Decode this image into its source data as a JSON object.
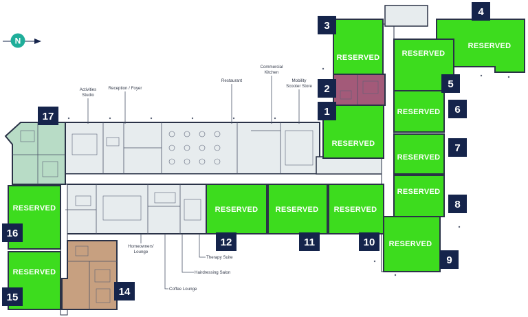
{
  "colors": {
    "reserved_green": "#3ddc1e",
    "badge_navy": "#15244b",
    "wall": "#2a3247",
    "apt2_fill": "#a35a79",
    "apt14_fill": "#c7a080",
    "apt17_fill": "#b8dcc6",
    "communal_fill": "#e7ecee",
    "compass_teal": "#1fae9a"
  },
  "compass": {
    "letter": "N",
    "icon": "north-arrow-icon"
  },
  "reserved_label": "RESERVED",
  "apartments": [
    {
      "number": "1",
      "status": "RESERVED"
    },
    {
      "number": "2",
      "status": ""
    },
    {
      "number": "3",
      "status": "RESERVED"
    },
    {
      "number": "4",
      "status": "RESERVED"
    },
    {
      "number": "5",
      "status": "RESERVED"
    },
    {
      "number": "6",
      "status": "RESERVED"
    },
    {
      "number": "7",
      "status": "RESERVED"
    },
    {
      "number": "8",
      "status": "RESERVED"
    },
    {
      "number": "9",
      "status": "RESERVED"
    },
    {
      "number": "10",
      "status": "RESERVED"
    },
    {
      "number": "11",
      "status": "RESERVED"
    },
    {
      "number": "12",
      "status": "RESERVED"
    },
    {
      "number": "14",
      "status": ""
    },
    {
      "number": "15",
      "status": "RESERVED"
    },
    {
      "number": "16",
      "status": "RESERVED"
    },
    {
      "number": "17",
      "status": ""
    }
  ],
  "area_labels": {
    "activities_1": "Activities",
    "activities_2": "Studio",
    "reception": "Reception / Foyer",
    "restaurant": "Restaurant",
    "kitchen_1": "Commercial",
    "kitchen_2": "Kitchen",
    "mobility_1": "Mobility",
    "mobility_2": "Scooter Store",
    "lounge_1": "Homeowners'",
    "lounge_2": "Lounge",
    "therapy": "Therapy Suite",
    "hairdressing": "Hairdressing Salon",
    "coffee": "Coffee Lounge"
  }
}
